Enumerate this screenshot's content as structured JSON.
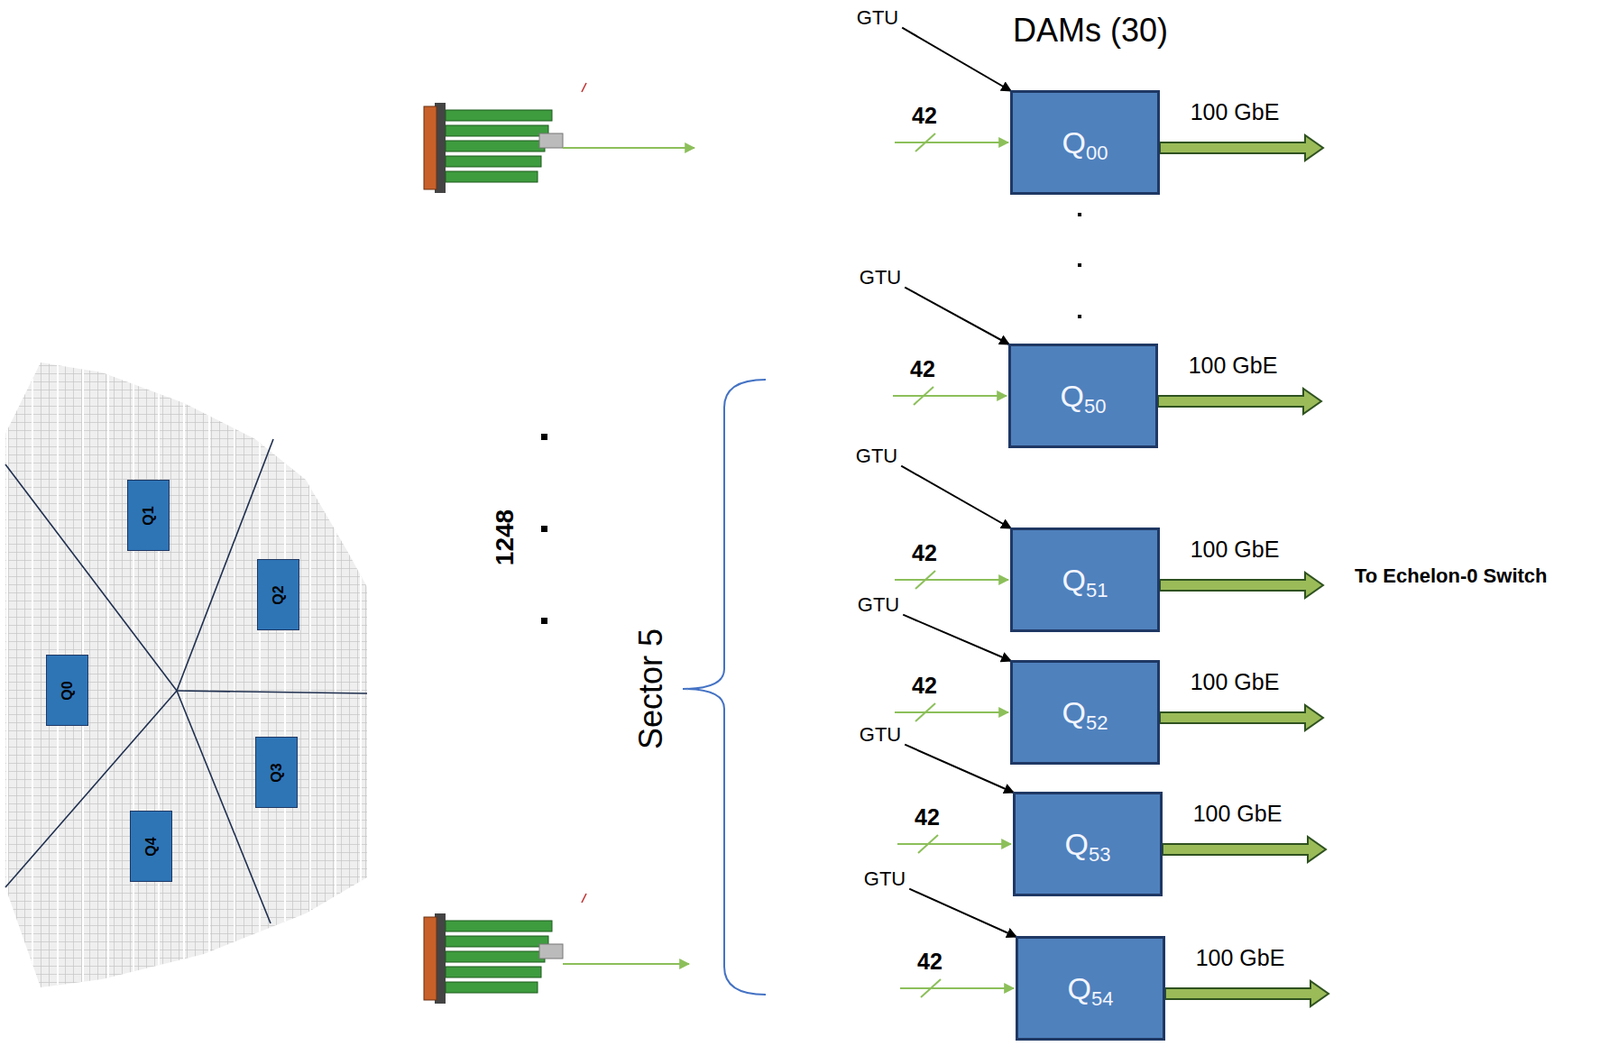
{
  "diagram": {
    "nodes": [
      {
        "text": [
          "Q0"
        ]
      },
      {
        "text": [
          "Q1"
        ]
      },
      {
        "text": [
          "Q2"
        ]
      },
      {
        "text": [
          "Q3"
        ]
      },
      {
        "text": [
          "Q4"
        ]
      },
      {
        "text": [
          "Q",
          "00"
        ]
      },
      {
        "text": [
          "Q",
          "50"
        ]
      },
      {
        "text": [
          "Q",
          "51"
        ]
      },
      {
        "text": [
          "Q",
          "52"
        ]
      },
      {
        "text": [
          "Q",
          "53"
        ]
      },
      {
        "text": [
          "Q",
          "54"
        ]
      }
    ],
    "labels": [
      "DAMs (30)",
      "GTU",
      "42",
      "100 GbE",
      "GTU",
      "42",
      "100 GbE",
      "GTU",
      "42",
      "100 GbE",
      "GTU",
      "42",
      "100 GbE",
      "GTU",
      "42",
      "100 GbE",
      "GTU",
      "42",
      "100 GbE",
      "To Echelon-0 Switch",
      "1248",
      "Sector 5"
    ]
  }
}
